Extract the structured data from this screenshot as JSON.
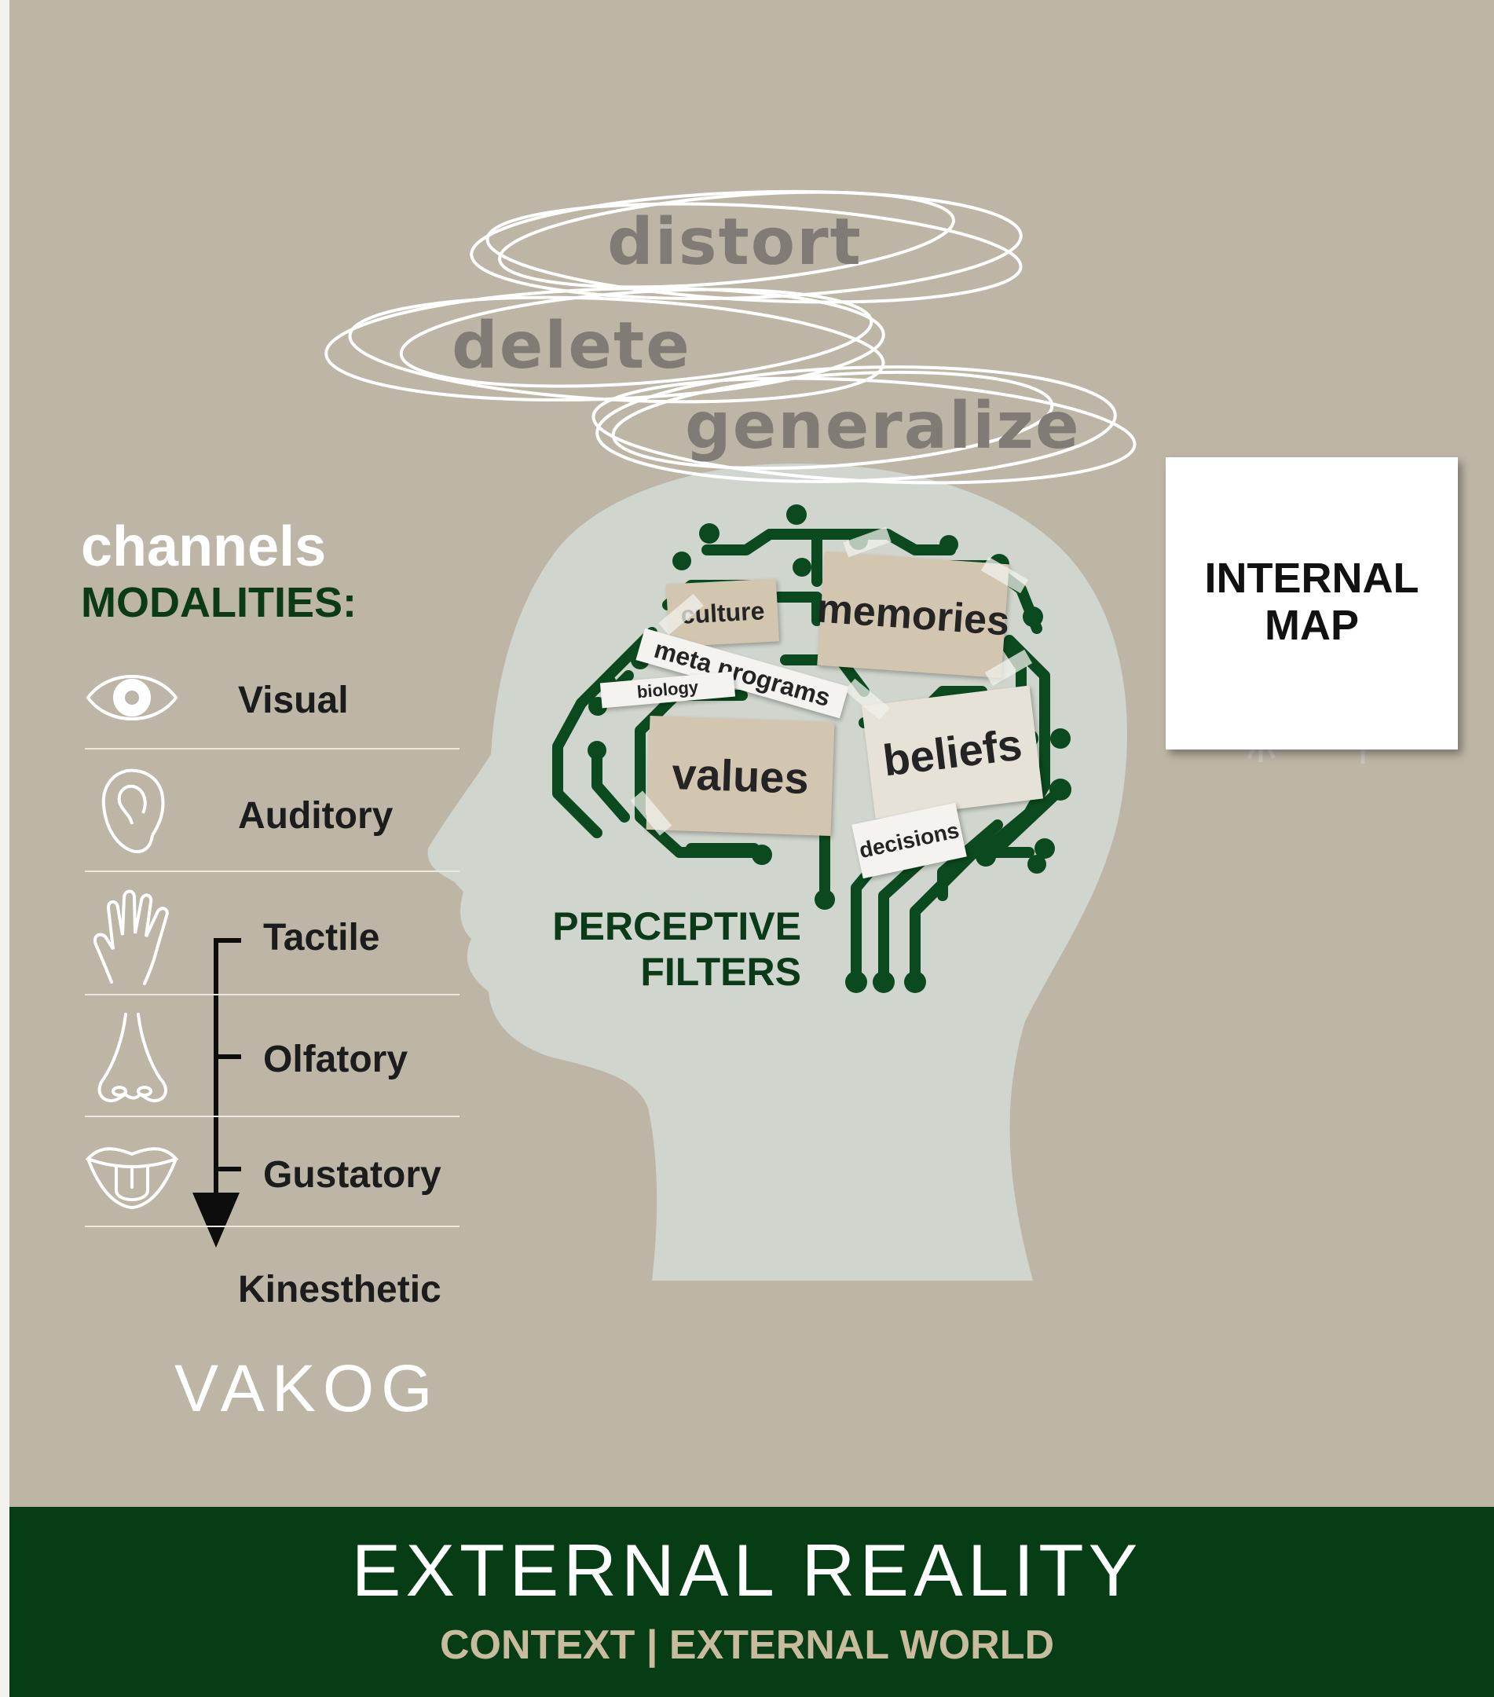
{
  "filter_verbs": [
    "distort",
    "delete",
    "generalize"
  ],
  "channels": {
    "title": "channels",
    "subtitle": "MODALITIES:",
    "items": [
      {
        "label": "Visual",
        "icon": "eye-icon"
      },
      {
        "label": "Auditory",
        "icon": "ear-icon"
      },
      {
        "label": "Tactile",
        "icon": "hand-icon"
      },
      {
        "label": "Olfatory",
        "icon": "nose-icon"
      },
      {
        "label": "Gustatory",
        "icon": "mouth-icon"
      },
      {
        "label": "Kinesthetic",
        "icon": ""
      }
    ],
    "acronym": "VAKOG"
  },
  "filters": {
    "label_line1": "PERCEPTIVE",
    "label_line2": "FILTERS",
    "notes": [
      "culture",
      "memories",
      "meta programs",
      "biology",
      "values",
      "beliefs",
      "decisions"
    ]
  },
  "internal_map": {
    "label": "INTERNAL\nMAP"
  },
  "external": {
    "title": "EXTERNAL REALITY",
    "subtitle": "CONTEXT | EXTERNAL WORLD"
  },
  "colors": {
    "background": "#bdb6a6",
    "head": "#d0d6cd",
    "circuit": "#0b4a1e",
    "band": "#073d15",
    "paper_beige": "#d3c6b1",
    "subtitle_gold": "#c9bc9e"
  }
}
